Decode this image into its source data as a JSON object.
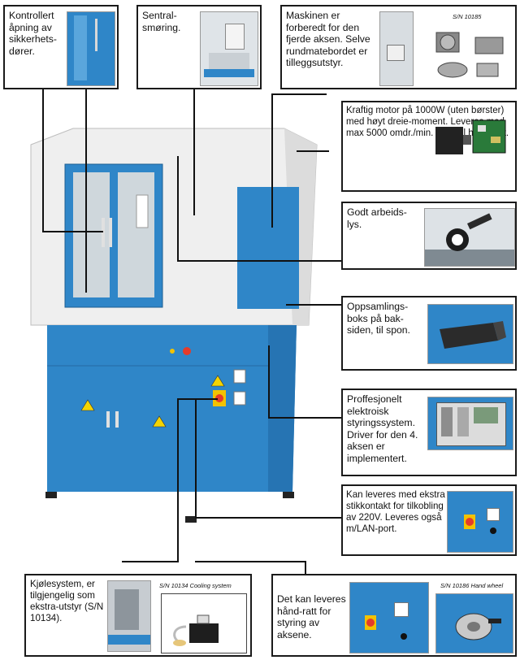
{
  "callouts": {
    "doors": "Kontrollert åpning av sikkerhets-dører.",
    "lubrication": "Sentral-smøring.",
    "fourth_axis": "Maskinen er forberedt for den fjerde aksen. Selve rundmatebordet er tilleggsutstyr.",
    "fourth_axis_sn": "S/N 10185",
    "motor": "Kraftig motor på 1000W (uten børster) med høyt dreie-moment. Leveres med max 5000 omdr./min. spindel hastighet.",
    "light": "Godt arbeids-lys.",
    "chip_box": "Oppsamlings-boks på bak-siden, til spon.",
    "control": "Proffesjonelt elektroisk styringssystem. Driver for den 4. aksen er implementert.",
    "socket": "Kan leveres med ekstra stikkontakt for tilkobling av 220V. Leveres også m/LAN-port.",
    "cooling": "Kjølesystem, er tilgjengelig som ekstra-utstyr (S/N 10134).",
    "cooling_sn": "S/N 10134 Cooling system",
    "handwheel": "Det kan leveres hånd-ratt for styring av aksene.",
    "handwheel_sn": "S/N 10186 Hand wheel"
  },
  "colors": {
    "machine_blue": "#2f86c8",
    "machine_white": "#ececec",
    "border": "#1a1a1a"
  }
}
